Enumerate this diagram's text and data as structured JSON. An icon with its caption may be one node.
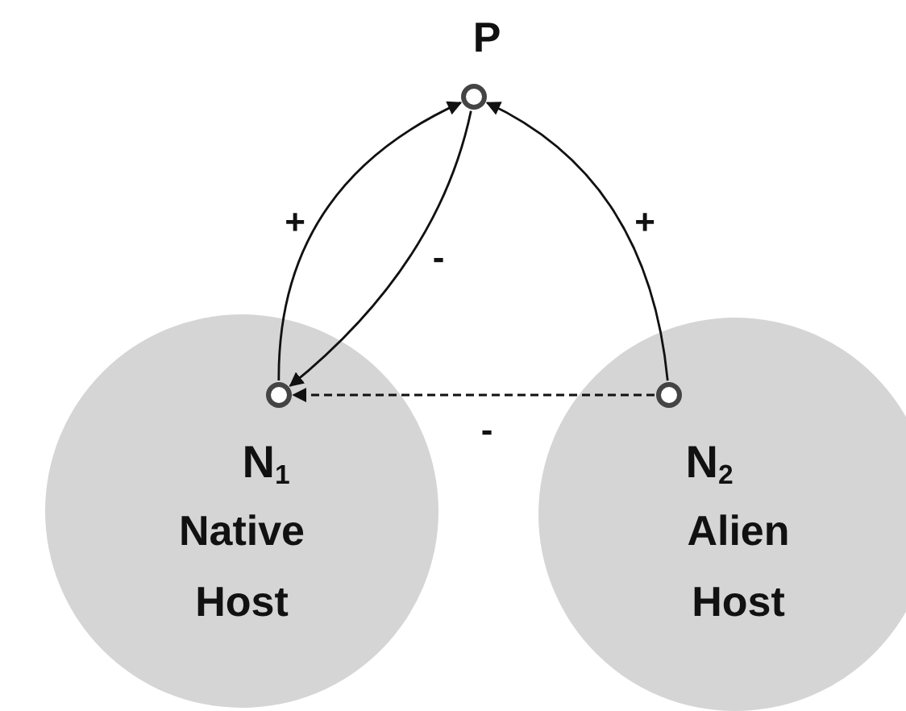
{
  "diagram": {
    "nodes": [
      {
        "text": [
          "P"
        ]
      },
      {
        "text": [
          "N$_{1}$",
          "Native Host"
        ]
      },
      {
        "text": [],
        "shape": "circle",
        "in": 1
      },
      {
        "text": [
          "N$_{2}$",
          "Alien Host"
        ]
      },
      {
        "text": [],
        "shape": "circle",
        "in": 3
      }
    ],
    "edges": [
      {
        "from": 2,
        "to": 0,
        "arrow": "to",
        "label": "+"
      },
      {
        "from": 0,
        "to": 2,
        "arrow": "to",
        "label": "-"
      },
      {
        "from": 4,
        "to": 0,
        "arrow": "to",
        "label": "+"
      },
      {
        "from": 4,
        "to": 2,
        "arrow": "to",
        "label": "-",
        "style": "dashed"
      }
    ]
  }
}
